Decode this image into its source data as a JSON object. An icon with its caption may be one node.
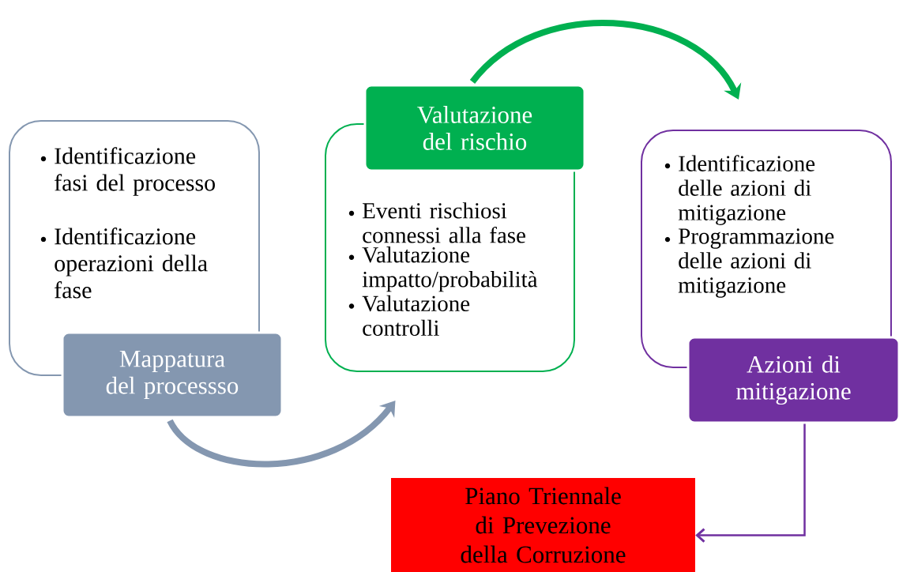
{
  "diagram": {
    "nodes": [
      {
        "text": [
          "Identificazione fasi del processo",
          "Identificazione operazioni della fase"
        ]
      },
      {
        "text": [
          "Mappatura del processso"
        ]
      },
      {
        "text": [
          "Eventi rischiosi connessi alla fase",
          "Valutazione impatto/probabilità",
          "Valutazione controlli"
        ]
      },
      {
        "text": [
          "Valutazione del rischio"
        ]
      },
      {
        "text": [
          "Identificazione delle azioni di mitigazione",
          "Programmazione delle azioni di mitigazione"
        ]
      },
      {
        "text": [
          "Azioni di mitigazione"
        ]
      },
      {
        "text": [
          "Piano Triennale di Prevezione della Corruzione"
        ]
      }
    ],
    "edges": [
      {
        "from": 1,
        "to": 2,
        "arrow": "to",
        "color": "#8497b0"
      },
      {
        "from": 3,
        "to": 4,
        "arrow": "to",
        "color": "#00b050"
      },
      {
        "from": 5,
        "to": 6,
        "arrow": "to",
        "color": "#7030a0"
      }
    ]
  }
}
